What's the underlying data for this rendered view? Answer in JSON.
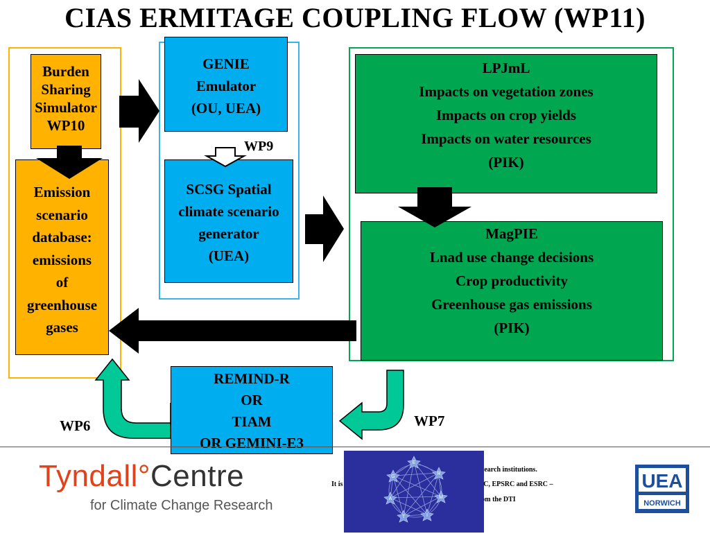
{
  "title": "CIAS ERMITAGE COUPLING FLOW (WP11)",
  "boxes": {
    "burden": [
      "Burden",
      "Sharing",
      "Simulator",
      "WP10"
    ],
    "emission": [
      "Emission",
      "scenario",
      "database:",
      "emissions",
      "of",
      "greenhouse",
      "gases"
    ],
    "genie": [
      "GENIE",
      "Emulator",
      "(OU, UEA)"
    ],
    "scsg": [
      "SCSG Spatial",
      "climate scenario",
      "generator",
      "(UEA)"
    ],
    "lpjml": [
      "LPJmL",
      "Impacts on  vegetation zones",
      "Impacts on crop  yields",
      "Impacts on water resources",
      "(PIK)"
    ],
    "magpie": [
      "MagPIE",
      "Lnad use change decisions",
      "Crop productivity",
      "Greenhouse gas emissions",
      "(PIK)"
    ],
    "remind": [
      "REMIND-R",
      "OR",
      "TIAM",
      "OR GEMINI-E3"
    ]
  },
  "labels": {
    "wp9": "WP9",
    "wp6": "WP6",
    "wp7": "WP7"
  },
  "footer": {
    "tyndall_main_a": "Tyndall",
    "tyndall_degree": "°",
    "tyndall_main_b": "Centre",
    "tyndall_sub": "for Climate Change Research",
    "fine_line1": "esearch institutions.",
    "fine_line2a": "It is",
    "fine_line2b": "RC, EPSRC and ESRC –",
    "fine_line3": "rom the DTI",
    "badge_letters": [
      "E",
      "R",
      "M",
      "I",
      "T",
      "A",
      "G"
    ],
    "uea_logo_text": "UEA",
    "uea_logo_sub": "NORWICH"
  },
  "colors": {
    "orange": "#ffb300",
    "blue": "#00aeef",
    "green": "#00a650",
    "teal_arrow": "#00c896",
    "navy_badge": "#2b2f9e",
    "uea_blue": "#1d4f9c"
  }
}
